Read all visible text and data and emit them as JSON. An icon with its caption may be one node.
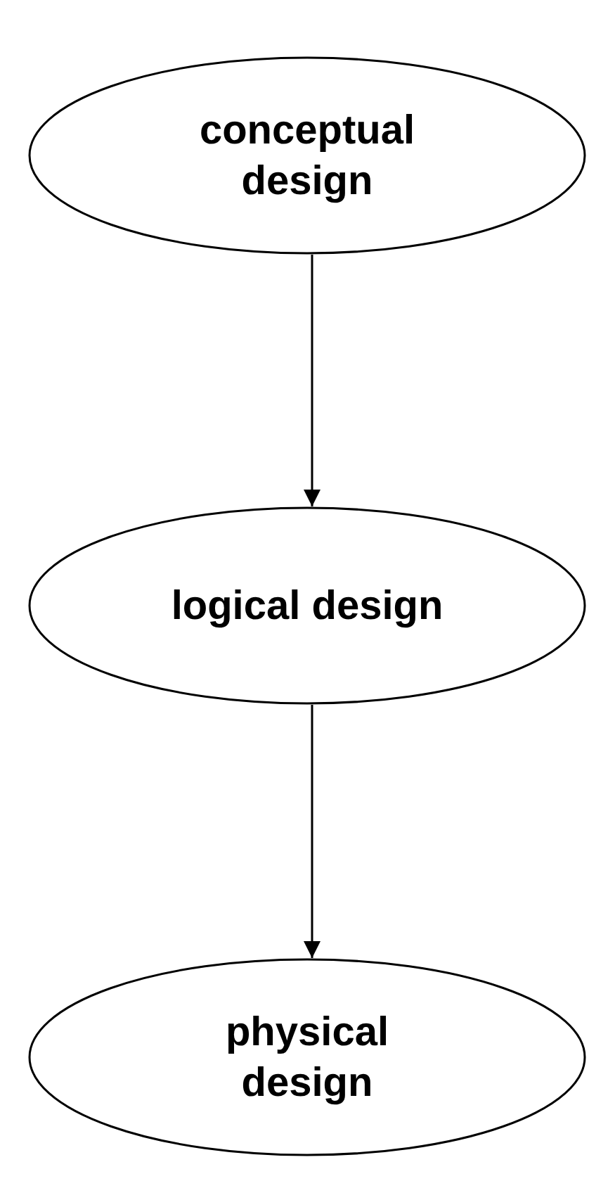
{
  "diagram": {
    "nodes": [
      {
        "text": [
          "conceptual design"
        ]
      },
      {
        "text": [
          "logical design"
        ]
      },
      {
        "text": [
          "physical design"
        ]
      }
    ],
    "edges": [
      {
        "from": 0,
        "to": 1,
        "arrow": "to"
      },
      {
        "from": 1,
        "to": 2,
        "arrow": "to"
      }
    ]
  }
}
